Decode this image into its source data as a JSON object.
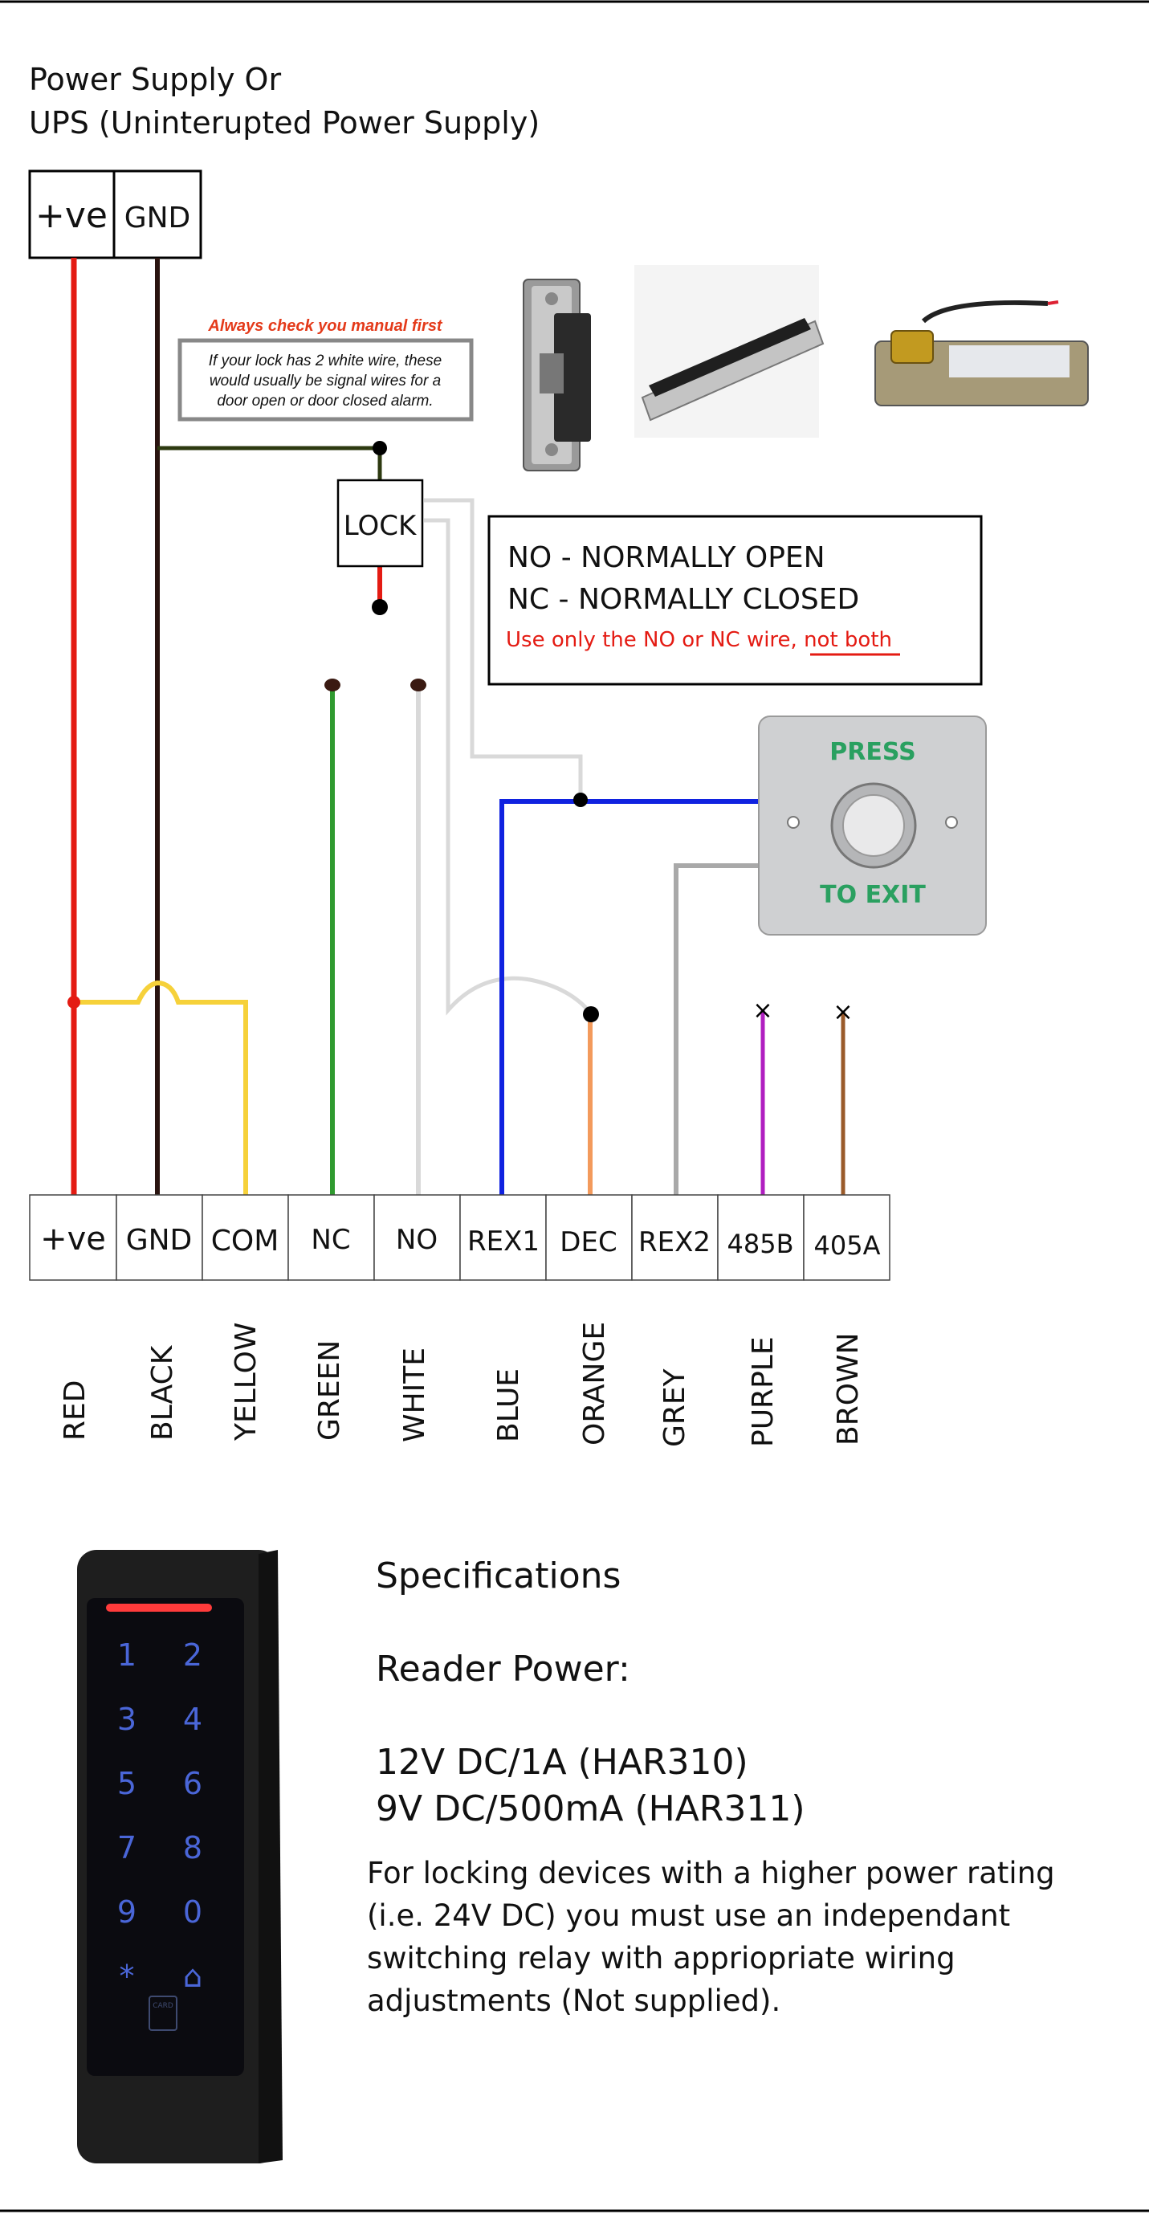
{
  "power_supply": {
    "title_line1": "Power Supply Or",
    "title_line2": "UPS (Uninterupted Power Supply)",
    "terminal_pos": "+ve",
    "terminal_gnd": "GND"
  },
  "manual_note": {
    "heading": "Always check you manual first",
    "line1": "If your lock has 2 white wire, these",
    "line2": "would usually be signal wires for a",
    "line3": "door open or door closed alarm."
  },
  "lock_label": "LOCK",
  "no_nc_box": {
    "line1": "NO - NORMALLY OPEN",
    "line2": "NC - NORMALLY CLOSED",
    "warning_prefix": "Use only the NO or NC wire, ",
    "warning_emph": "not both"
  },
  "exit_button": {
    "top_text": "PRESS",
    "bottom_text": "TO EXIT"
  },
  "terminals": [
    "+ve",
    "GND",
    "COM",
    "NC",
    "NO",
    "REX1",
    "DEC",
    "REX2",
    "485B",
    "405A"
  ],
  "wire_colors": [
    "RED",
    "BLACK",
    "YELLOW",
    "GREEN",
    "WHITE",
    "BLUE",
    "ORANGE",
    "GREY",
    "PURPLE",
    "BROWN"
  ],
  "keypad_keys": [
    "1",
    "2",
    "3",
    "4",
    "5",
    "6",
    "7",
    "8",
    "9",
    "0",
    "*",
    "⌂"
  ],
  "keypad_card_label": "CARD",
  "specs": {
    "heading": "Specifications",
    "reader_power": "Reader Power:",
    "power1": "12V DC/1A (HAR310)",
    "power2": "9V DC/500mA (HAR311)",
    "note1": "For locking devices with a higher power rating",
    "note2": "(i.e. 24V DC) you must use an independant",
    "note3": "switching relay with appriopriate wiring",
    "note4": "adjustments (Not supplied)."
  },
  "colors": {
    "red": "#e41b13",
    "black": "#2a1410",
    "yellow": "#f6d13a",
    "green": "#2f9a2f",
    "white": "#d9d9d9",
    "blue": "#1022e0",
    "orange": "#f39a5c",
    "grey": "#a9a9a9",
    "purple": "#b01ec0",
    "brown": "#9a5a2a",
    "accent_green": "#2aa060",
    "warning_red": "#e41b13"
  }
}
